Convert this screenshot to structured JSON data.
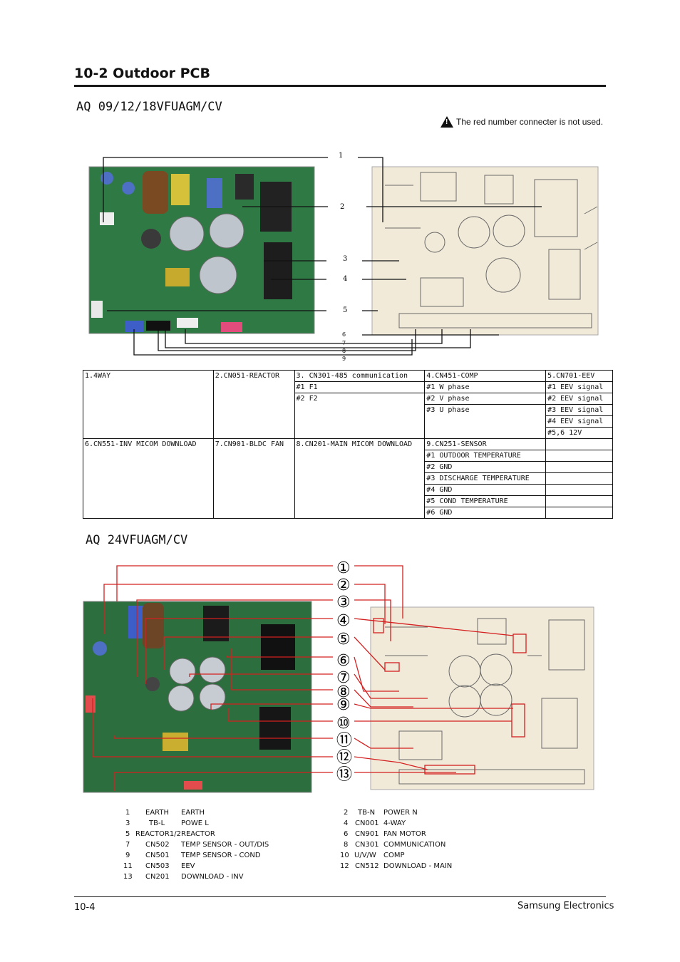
{
  "page": {
    "section_title": "10-2 Outdoor PCB",
    "model_a": "AQ 09/12/18VFUAGM/CV",
    "model_b": "AQ 24VFUAGM/CV",
    "note": "The red number connecter is not used.",
    "footer_left": "10-4",
    "footer_right": "Samsung Electronics"
  },
  "callouts_a": [
    "1",
    "2",
    "3",
    "4",
    "5",
    "6",
    "7",
    "8",
    "9"
  ],
  "table_a": {
    "r1": [
      "1.4WAY",
      "2.CN051-REACTOR",
      "3. CN301-485 communication",
      "4.CN451-COMP",
      "5.CN701-EEV"
    ],
    "r2": [
      "#1 F1",
      "#1 W phase",
      "#1 EEV signal"
    ],
    "r3": [
      "#2 F2",
      "#2 V phase",
      "#2 EEV signal"
    ],
    "r4": [
      "#3 U phase",
      "#3 EEV signal"
    ],
    "r5": [
      "#4 EEV signal"
    ],
    "r6": [
      "#5,6 12V"
    ],
    "r7": [
      "6.CN551-INV MICOM DOWNLOAD",
      "7.CN901-BLDC FAN",
      "8.CN201-MAIN MICOM DOWNLOAD",
      "9.CN251-SENSOR"
    ],
    "r8": [
      "#1 OUTDOOR TEMPERATURE"
    ],
    "r9": [
      "#2 GND"
    ],
    "r10": [
      "#3 DISCHARGE TEMPERATURE"
    ],
    "r11": [
      "#4 GND"
    ],
    "r12": [
      "#5 COND TEMPERATURE"
    ],
    "r13": [
      "#6 GND"
    ]
  },
  "callouts_b": [
    "①",
    "②",
    "③",
    "④",
    "⑤",
    "⑥",
    "⑦",
    "⑧",
    "⑨",
    "⑩",
    "⑪",
    "⑫",
    "⑬"
  ],
  "legend_b": [
    {
      "no": "1",
      "code": "EARTH",
      "desc": "EARTH"
    },
    {
      "no": "2",
      "code": "TB-N",
      "desc": "POWER N"
    },
    {
      "no": "3",
      "code": "TB-L",
      "desc": "POWE L"
    },
    {
      "no": "4",
      "code": "CN001",
      "desc": "4-WAY"
    },
    {
      "no": "5",
      "code": "REACTOR1/2",
      "desc": "REACTOR"
    },
    {
      "no": "6",
      "code": "CN901",
      "desc": "FAN MOTOR"
    },
    {
      "no": "7",
      "code": "CN502",
      "desc": "TEMP SENSOR - OUT/DIS"
    },
    {
      "no": "8",
      "code": "CN301",
      "desc": "COMMUNICATION"
    },
    {
      "no": "9",
      "code": "CN501",
      "desc": "TEMP SENSOR - COND"
    },
    {
      "no": "10",
      "code": "U/V/W",
      "desc": "COMP"
    },
    {
      "no": "11",
      "code": "CN503",
      "desc": "EEV"
    },
    {
      "no": "12",
      "code": "CN512",
      "desc": "DOWNLOAD - MAIN"
    },
    {
      "no": "13",
      "code": "CN201",
      "desc": "DOWNLOAD - INV"
    }
  ],
  "colors": {
    "pcb_green": "#2f7a44",
    "silkscreen_bg": "#f1ead8",
    "callout_red": "#d42020",
    "ink": "#111111"
  }
}
